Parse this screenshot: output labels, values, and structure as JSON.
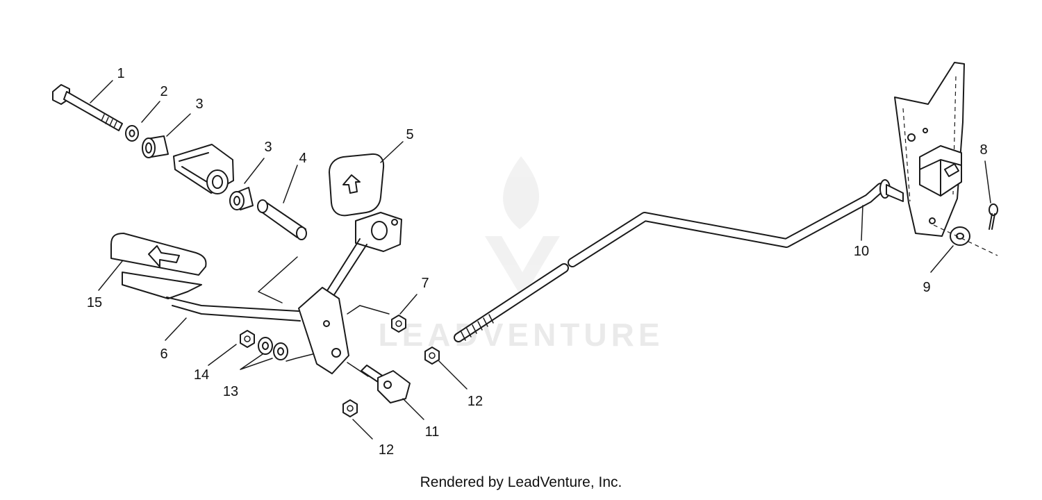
{
  "diagram": {
    "callouts": [
      "1",
      "2",
      "3",
      "3",
      "4",
      "5",
      "6",
      "7",
      "8",
      "9",
      "10",
      "11",
      "12",
      "12",
      "13",
      "14",
      "15"
    ],
    "watermark": "LEADVENTURE"
  },
  "footer": {
    "credit": "Rendered by LeadVenture, Inc."
  },
  "colors": {
    "ink": "#1a1a1a",
    "watermark": "#d9d9d9",
    "background": "#ffffff"
  }
}
